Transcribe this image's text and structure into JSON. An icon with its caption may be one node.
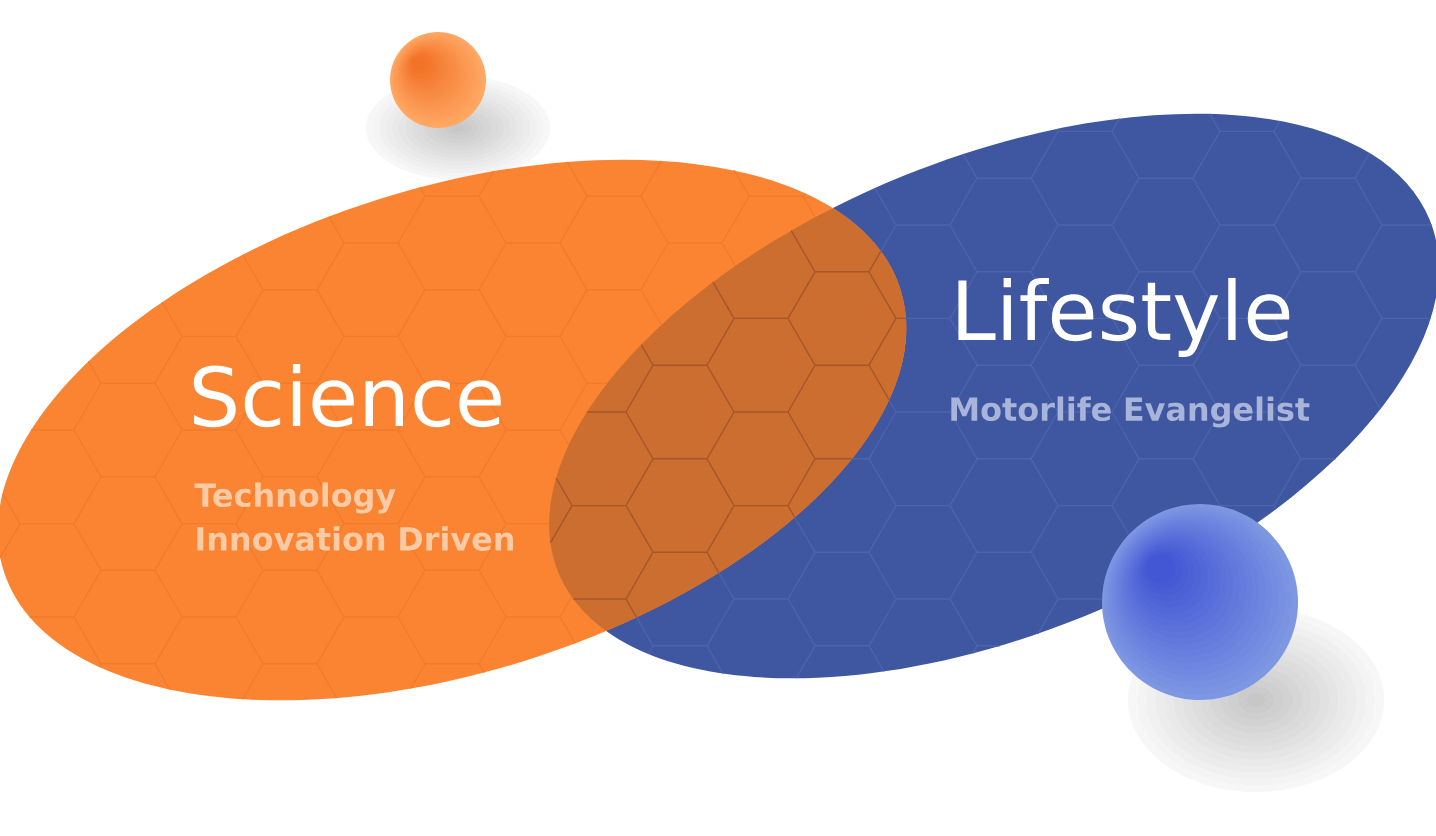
{
  "diagram": {
    "nodes": [
      {
        "text": [],
        "shape": "circle"
      },
      {
        "text": [
          "Science",
          "Technology Innovation Driven"
        ]
      },
      {
        "text": [
          "Lifestyle",
          "Motorlife Evangelist"
        ]
      },
      {
        "text": [],
        "shape": "circle"
      }
    ]
  }
}
